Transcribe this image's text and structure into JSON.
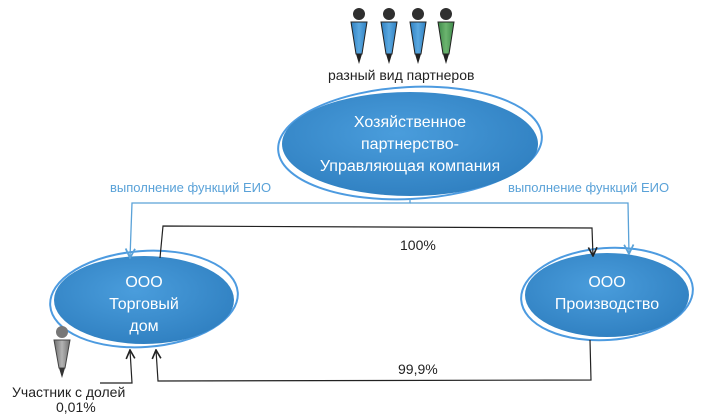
{
  "partners": {
    "caption": "разный вид партнеров",
    "icons": [
      "person-icon",
      "person-icon",
      "person-icon",
      "person-icon"
    ],
    "colors": [
      "#3a8fd0",
      "#3a8fd0",
      "#3a8fd0",
      "#4f9a5a"
    ]
  },
  "entities": {
    "top": [
      "Хозяйственное",
      "партнерство-",
      "Управляющая компания"
    ],
    "left": [
      "ООО",
      "Торговый",
      "дом"
    ],
    "right": [
      "ООО",
      "Производство"
    ]
  },
  "links": {
    "eio_left": "выполнение функций ЕИО",
    "eio_right": "выполнение функций ЕИО",
    "share_100": "100%",
    "share_999": "99,9%"
  },
  "participant": {
    "line1": "Участник с долей",
    "line2": "0,01%",
    "icon": "person-icon",
    "color": "#8a8a8a"
  },
  "colors": {
    "ellipse_fill": "#3b8fd0",
    "ellipse_ring": "#4d9be0",
    "eio_line": "#5aa2d8",
    "ownership_line": "#222222"
  }
}
